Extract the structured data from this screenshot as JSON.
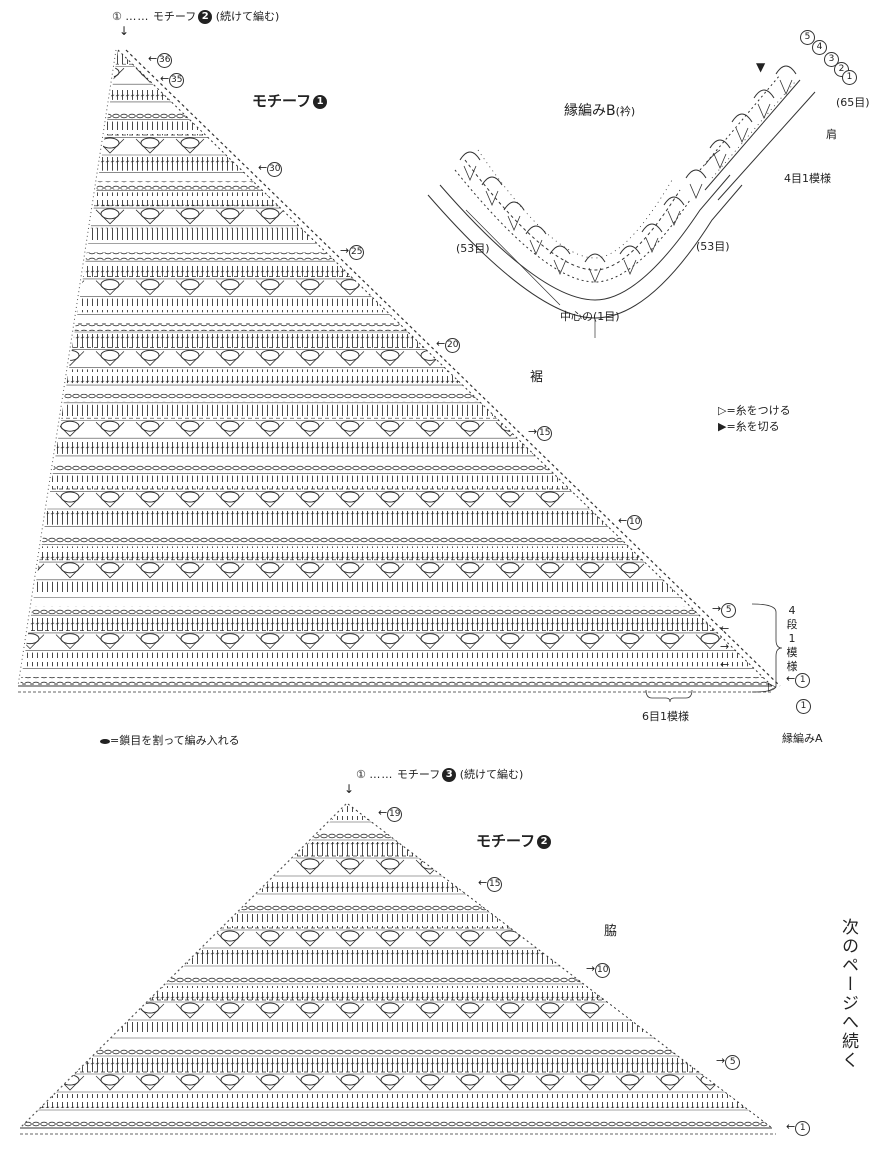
{
  "motif1": {
    "title": "モチーフ",
    "number": "1",
    "part_label": "裾",
    "top_note_prefix": "①",
    "top_note": "モチーフ",
    "top_note_number": "2",
    "top_note_suffix": "(続けて編む)",
    "row_markers": [
      "36",
      "35",
      "30",
      "25",
      "20",
      "15",
      "10",
      "5",
      "1"
    ],
    "repeat_rows": "4段1模様",
    "repeat_stitches": "6目1模様",
    "edge_label": "縁編みA"
  },
  "edging_b": {
    "title": "縁編みB",
    "subtitle": "(衿)",
    "left_count": "(53目)",
    "right_count": "(53目)",
    "top_count": "(65目)",
    "center": "中心の(1目)",
    "shoulder": "肩",
    "repeat": "4目1模様",
    "row_numbers": [
      "5",
      "4",
      "3",
      "2",
      "1"
    ]
  },
  "legend": {
    "attach": "=糸をつける",
    "cut": "=糸を切る",
    "split_chain": "=鎖目を割って編み入れる"
  },
  "motif2": {
    "title": "モチーフ",
    "number": "2",
    "part_label": "脇",
    "top_note_prefix": "①",
    "top_note": "モチーフ",
    "top_note_number": "3",
    "top_note_suffix": "(続けて編む)",
    "row_markers": [
      "19",
      "15",
      "10",
      "5",
      "1"
    ]
  },
  "continue_note": "次のページへ続く"
}
